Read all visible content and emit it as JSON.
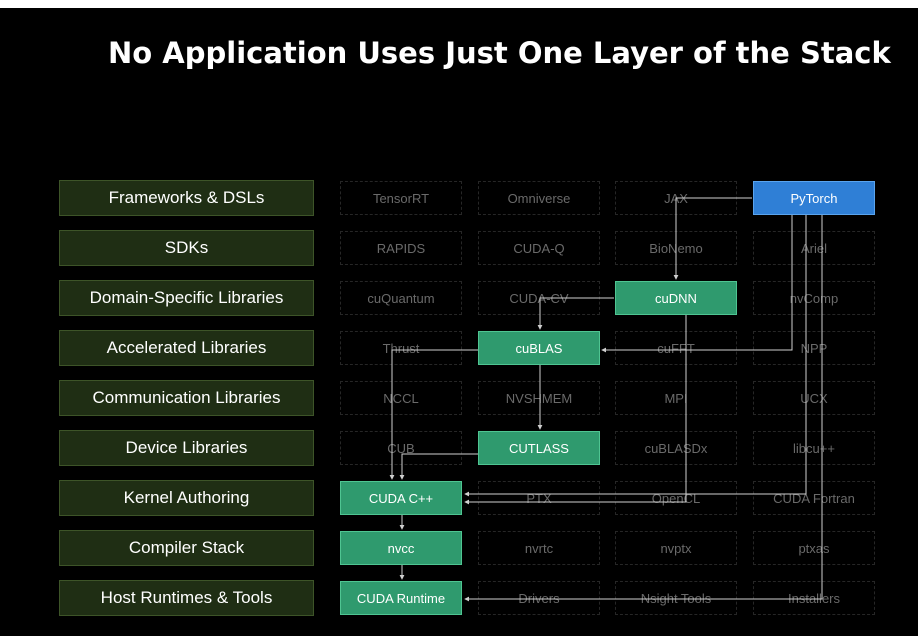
{
  "title": "No Application Uses Just One Layer of the Stack",
  "layers": [
    "Frameworks & DSLs",
    "SDKs",
    "Domain-Specific Libraries",
    "Accelerated Libraries",
    "Communication Libraries",
    "Device Libraries",
    "Kernel Authoring",
    "Compiler Stack",
    "Host Runtimes & Tools"
  ],
  "rows": [
    [
      {
        "label": "TensorRT",
        "state": "dim"
      },
      {
        "label": "Omniverse",
        "state": "dim"
      },
      {
        "label": "JAX",
        "state": "dim"
      },
      {
        "label": "PyTorch",
        "state": "blue"
      }
    ],
    [
      {
        "label": "RAPIDS",
        "state": "dim"
      },
      {
        "label": "CUDA-Q",
        "state": "dim"
      },
      {
        "label": "BioNemo",
        "state": "dim"
      },
      {
        "label": "Ariel",
        "state": "dim"
      }
    ],
    [
      {
        "label": "cuQuantum",
        "state": "dim"
      },
      {
        "label": "CUDA-CV",
        "state": "dim"
      },
      {
        "label": "cuDNN",
        "state": "green"
      },
      {
        "label": "nvComp",
        "state": "dim"
      }
    ],
    [
      {
        "label": "Thrust",
        "state": "dim"
      },
      {
        "label": "cuBLAS",
        "state": "green"
      },
      {
        "label": "cuFFT",
        "state": "dim"
      },
      {
        "label": "NPP",
        "state": "dim"
      }
    ],
    [
      {
        "label": "NCCL",
        "state": "dim"
      },
      {
        "label": "NVSHMEM",
        "state": "dim"
      },
      {
        "label": "MPI",
        "state": "dim"
      },
      {
        "label": "UCX",
        "state": "dim"
      }
    ],
    [
      {
        "label": "CUB",
        "state": "dim"
      },
      {
        "label": "CUTLASS",
        "state": "green"
      },
      {
        "label": "cuBLASDx",
        "state": "dim"
      },
      {
        "label": "libcu++",
        "state": "dim"
      }
    ],
    [
      {
        "label": "CUDA C++",
        "state": "green"
      },
      {
        "label": "PTX",
        "state": "dim"
      },
      {
        "label": "OpenCL",
        "state": "dim"
      },
      {
        "label": "CUDA Fortran",
        "state": "dim"
      }
    ],
    [
      {
        "label": "nvcc",
        "state": "green"
      },
      {
        "label": "nvrtc",
        "state": "dim"
      },
      {
        "label": "nvptx",
        "state": "dim"
      },
      {
        "label": "ptxas",
        "state": "dim"
      }
    ],
    [
      {
        "label": "CUDA Runtime",
        "state": "green"
      },
      {
        "label": "Drivers",
        "state": "dim"
      },
      {
        "label": "Nsight Tools",
        "state": "dim"
      },
      {
        "label": "Installers",
        "state": "dim"
      }
    ]
  ]
}
